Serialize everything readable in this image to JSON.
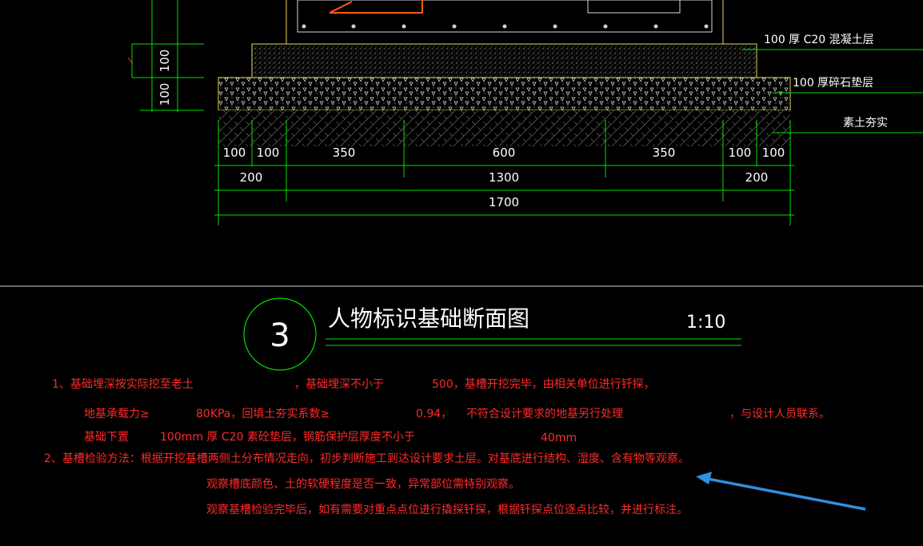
{
  "drawing": {
    "layer_labels": {
      "concrete": "100 厚 C20 混凝土层",
      "gravel": "100 厚碎石垫层",
      "soil": "素土夯实"
    },
    "dimensions_row1": [
      "100",
      "100",
      "350",
      "600",
      "350",
      "100",
      "100"
    ],
    "dimensions_row2": [
      "200",
      "1300",
      "200"
    ],
    "dimensions_row3": [
      "1700"
    ],
    "vertical_dims": [
      "100",
      "100"
    ],
    "section_number": "3",
    "section_title": "人物标识基础断面图",
    "scale": "1:10",
    "colors": {
      "background": "#000000",
      "dimension_lines": "#00e000",
      "notes": "#ff2a2a",
      "arrow": "#2f8fe0",
      "footing_outline": "#e6d25a",
      "rebar_orange": "#ff5a14"
    }
  },
  "notes": {
    "n1_a": "1、基础埋深按实际挖至老土",
    "n1_b": "，基础埋深不小于",
    "n1_c": "500，基槽开挖完毕，由相关单位进行钎探，",
    "n2_a": "地基承载力≥",
    "n2_b": "80KPa，回填土夯实系数≥",
    "n2_c": "0.94，",
    "n2_d": "不符合设计要求的地基另行处理",
    "n2_e": "，与设计人员联系。",
    "n3_a": "基础下置",
    "n3_b": "100mm 厚 C20 素砼垫层，钢筋保护层厚度不小于",
    "n3_c": "40mm",
    "n4": "2、基槽检验方法：根据开挖基槽两侧土分布情况走向，初步判断施工到达设计要求土层。对基底进行结构、湿度、含有物等观察。",
    "n5": "观察槽底颜色、土的软硬程度是否一致，异常部位需特别观察。",
    "n6": "观察基槽检验完毕后，如有需要对重点点位进行撬探钎探，根据钎探点位逐点比较，并进行标注。"
  }
}
